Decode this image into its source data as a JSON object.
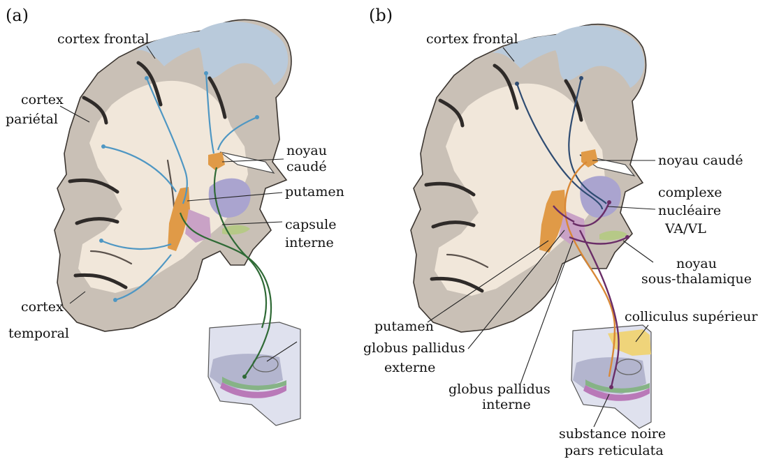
{
  "panels": {
    "a": {
      "tag": "(a)",
      "labels": {
        "cortex_frontal": "cortex frontal",
        "cortex_parietal_1": "cortex",
        "cortex_parietal_2": "pariétal",
        "noyau_caude_1": "noyau",
        "noyau_caude_2": "caudé",
        "putamen": "putamen",
        "capsule_1": "capsule",
        "capsule_2": "interne",
        "cortex_temporal_1": "cortex",
        "cortex_temporal_2": "temporal"
      }
    },
    "b": {
      "tag": "(b)",
      "labels": {
        "cortex_frontal": "cortex frontal",
        "noyau_caude": "noyau caudé",
        "complexe_1": "complexe",
        "complexe_2": "nucléaire",
        "complexe_3": "VA/VL",
        "noyau_sous_1": "noyau",
        "noyau_sous_2": "sous-thalamique",
        "putamen": "putamen",
        "gpe_1": "globus pallidus",
        "gpe_2": "externe",
        "colliculus": "colliculus supérieur",
        "gpi_1": "globus pallidus",
        "gpi_2": "interne",
        "snr_1": "substance noire",
        "snr_2": "pars reticulata"
      }
    }
  },
  "colors": {
    "cortico_striatal_pathway": "#4f97c3",
    "nigro_pathway": "#2f6a36",
    "thalamo_cortical_pathway": "#2f4c72",
    "caudate_collicular_pathway": "#d98836",
    "pallidal_pathway": "#6a2d67",
    "putamen": "#e09a47",
    "thalamus": "#aaa4cf"
  }
}
